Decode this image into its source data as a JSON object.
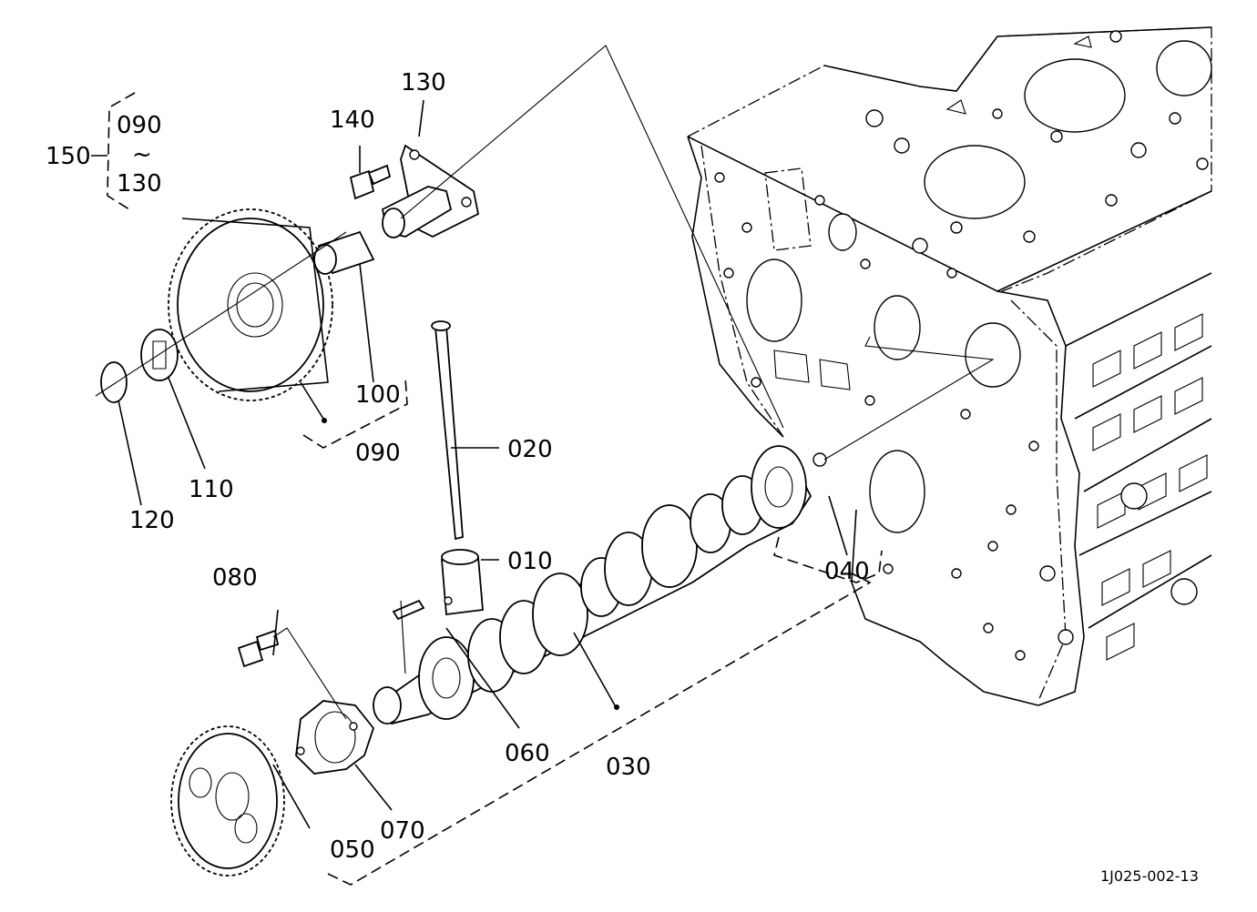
{
  "figure": {
    "ref_code": "1J025-002-13"
  },
  "callouts": [
    {
      "id": "010",
      "text": "010"
    },
    {
      "id": "020",
      "text": "020"
    },
    {
      "id": "030",
      "text": "030"
    },
    {
      "id": "040",
      "text": "040"
    },
    {
      "id": "050",
      "text": "050"
    },
    {
      "id": "060",
      "text": "060"
    },
    {
      "id": "070",
      "text": "070"
    },
    {
      "id": "080",
      "text": "080"
    },
    {
      "id": "090",
      "text": "090"
    },
    {
      "id": "100",
      "text": "100"
    },
    {
      "id": "110",
      "text": "110"
    },
    {
      "id": "120",
      "text": "120"
    },
    {
      "id": "130",
      "text": "130"
    },
    {
      "id": "140",
      "text": "140"
    },
    {
      "id": "150",
      "text": "150"
    }
  ],
  "assembly_group": {
    "label": "150",
    "range_start": "090",
    "range_symbol": "~",
    "range_end": "130"
  }
}
